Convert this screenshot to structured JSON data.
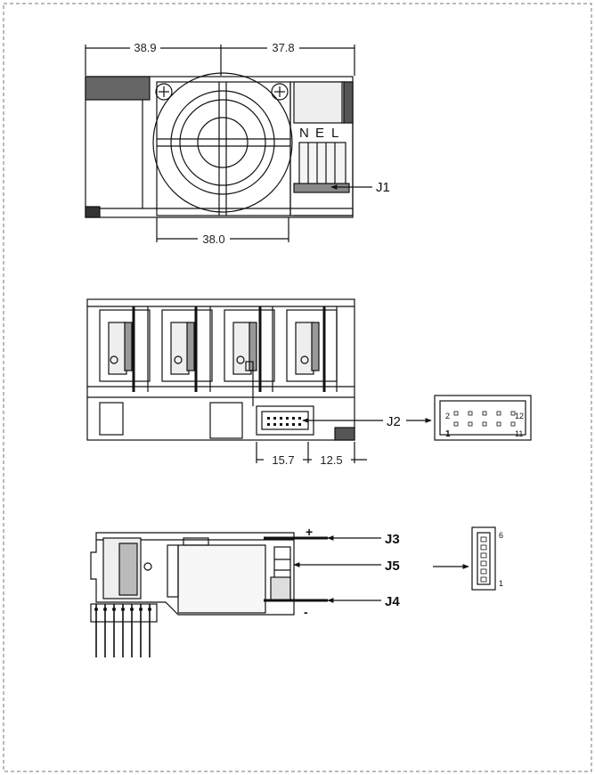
{
  "top_view": {
    "dim_left": "38.9",
    "dim_right": "37.8",
    "dim_fan": "38.0",
    "terminal_letters": [
      "N",
      "E",
      "L"
    ],
    "connector_label": "J1"
  },
  "middle_view": {
    "connector_label": "J2",
    "dim_a": "15.7",
    "dim_b": "12.5",
    "pin_top_left": "2",
    "pin_top_right": "12",
    "pin_bottom_left": "1",
    "pin_bottom_right": "11"
  },
  "bottom_view": {
    "plus_symbol": "+",
    "minus_symbol": "-",
    "label_j3": "J3",
    "label_j5": "J5",
    "label_j4": "J4",
    "j5_pin_top": "6",
    "j5_pin_bottom": "1"
  },
  "colors": {
    "line": "#111111",
    "fill_dark": "#555555",
    "fill_light": "#dddddd"
  }
}
